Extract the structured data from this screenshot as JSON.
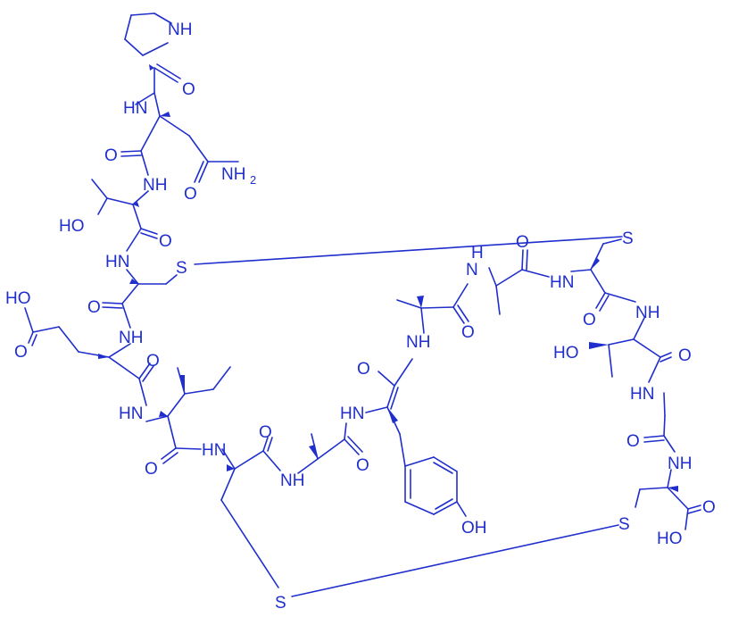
{
  "molecule": {
    "color": "#1f2ecc",
    "atom_labels": {
      "NH_proline": "NH",
      "O_pro": "O",
      "HN_1": "HN",
      "O_asn_bb": "O",
      "NH_thr1": "NH",
      "NH2": "NH",
      "NH2_sub": "2",
      "O_asn_side": "O",
      "HO_thr1": "HO",
      "O_thr1": "O",
      "HN_cys1": "HN",
      "S_cys1": "S",
      "HO_glu": "HO",
      "O_glu_side": "O",
      "O_glu_bb": "O",
      "NH_glu": "NH",
      "O_ile": "O",
      "HN_ile": "HN",
      "O_ile_bb": "O",
      "HN_cys2": "HN",
      "O_cys2": "O",
      "NH_ala1": "NH",
      "O_ala1": "O",
      "HN_tyr": "HN",
      "O_tyr": "O",
      "OH_tyr": "OH",
      "NH_ala2": "NH",
      "O_ala2": "O",
      "H_ala3": "H",
      "N_ala3": "N",
      "O_ala3": "O",
      "HN_cys3": "HN",
      "S_cys3": "S",
      "O_cys3": "O",
      "NH_thr2": "NH",
      "HO_thr2": "HO",
      "O_thr2": "O",
      "HN_gly": "HN",
      "O_gly": "O",
      "NH_cys4": "NH",
      "S_cys4": "S",
      "O_cys4": "O",
      "HO_cys4": "HO",
      "S_bottom": "S"
    }
  }
}
